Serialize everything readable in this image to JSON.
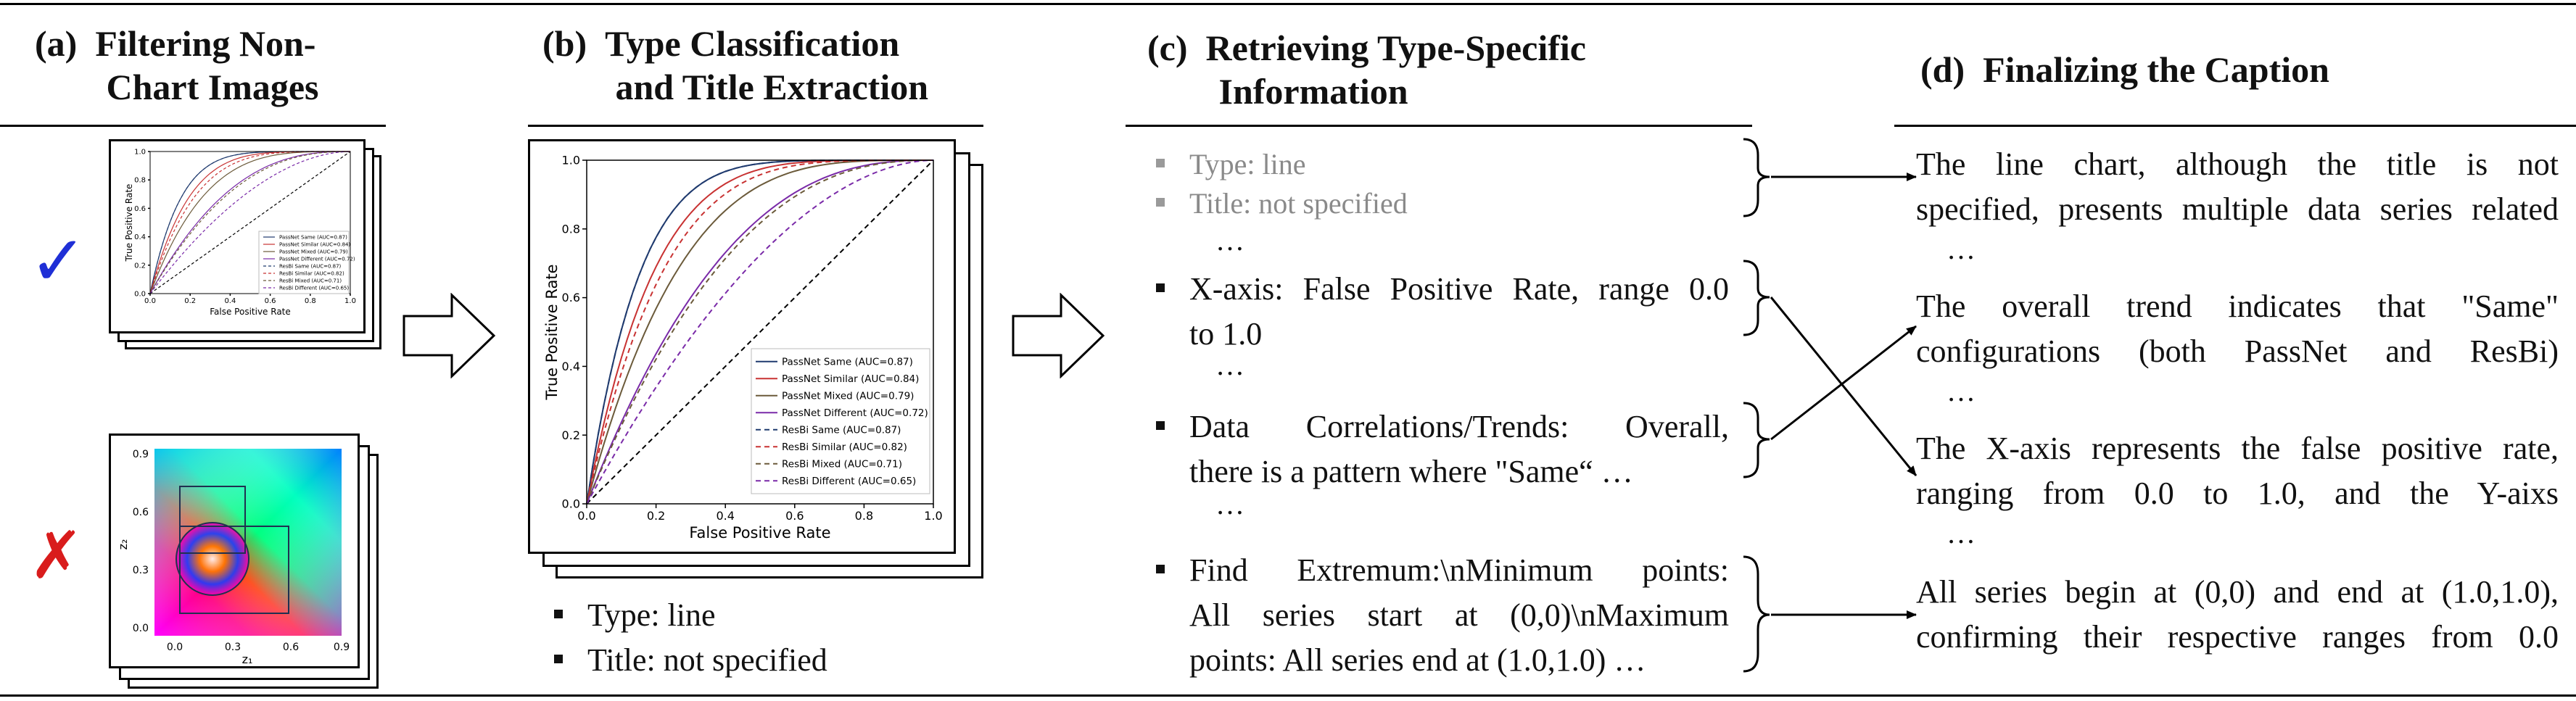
{
  "panels": [
    {
      "tag": "(a)",
      "title_lines": [
        "Filtering Non-",
        "Chart Images"
      ]
    },
    {
      "tag": "(b)",
      "title_lines": [
        "Type Classification",
        "and Title Extraction"
      ]
    },
    {
      "tag": "(c)",
      "title_lines": [
        "Retrieving Type-Specific",
        "Information"
      ]
    },
    {
      "tag": "(d)",
      "title_lines": [
        "Finalizing the Caption"
      ]
    }
  ],
  "panel_a": {
    "accept_mark": "✓",
    "reject_mark": "✗",
    "accept_color": "#1f2fd6",
    "reject_color": "#d91c1c",
    "small_roc": {
      "xlabel": "False Positive Rate",
      "ylabel": "True Positive Rate",
      "xticks": [
        "0.0",
        "0.2",
        "0.4",
        "0.6",
        "0.8",
        "1.0"
      ],
      "yticks": [
        "0.0",
        "0.2",
        "0.4",
        "0.6",
        "0.8",
        "1.0"
      ]
    },
    "color_plot": {
      "xlabel": "z₁",
      "ylabel": "z₂",
      "xticks": [
        "0.0",
        "0.3",
        "0.6",
        "0.9"
      ],
      "yticks": [
        "0.0",
        "0.3",
        "0.6",
        "0.9"
      ]
    }
  },
  "panel_b": {
    "bullets": [
      "Type: line",
      "Title: not specified"
    ]
  },
  "panel_c": {
    "items": [
      {
        "text": "Type: line",
        "grey": true
      },
      {
        "text": "Title: not specified",
        "grey": true
      },
      {
        "text": "…",
        "ellipsis": true
      },
      {
        "text_lines": [
          "X-axis: False Positive Rate, range 0.0",
          "to 1.0"
        ]
      },
      {
        "text": "…",
        "ellipsis": true
      },
      {
        "text_lines": [
          "Data Correlations/Trends: Overall,",
          "there is a pattern where \"Same“ …"
        ]
      },
      {
        "text": "…",
        "ellipsis": true
      },
      {
        "text_lines": [
          "Find Extremum:\\nMinimum points:",
          "All series start at (0,0)\\nMaximum",
          "points: All series end at (1.0,1.0) …"
        ]
      }
    ]
  },
  "panel_d": {
    "paragraphs": [
      {
        "lines": [
          "The line chart, although the title is not",
          "specified, presents multiple data series related"
        ],
        "ellipsis": "…"
      },
      {
        "lines": [
          "The overall trend indicates that \"Same\"",
          "configurations (both PassNet and ResBi)"
        ],
        "ellipsis": "…"
      },
      {
        "lines": [
          "The X-axis represents the false positive rate,",
          "ranging from 0.0 to 1.0, and the Y-aixs"
        ],
        "ellipsis": "…"
      },
      {
        "lines": [
          "All series begin at (0,0) and end at (1.0,1.0),",
          "confirming their respective ranges from 0.0"
        ]
      }
    ]
  },
  "chart_data": {
    "type": "line",
    "title": "",
    "xlabel": "False Positive Rate",
    "ylabel": "True Positive Rate",
    "xlim": [
      0.0,
      1.0
    ],
    "ylim": [
      0.0,
      1.0
    ],
    "xticks": [
      "0.0",
      "0.2",
      "0.4",
      "0.6",
      "0.8",
      "1.0"
    ],
    "yticks": [
      "0.0",
      "0.2",
      "0.4",
      "0.6",
      "0.8",
      "1.0"
    ],
    "legend_position": "bottom-right",
    "series": [
      {
        "name": "PassNet Same (AUC=0.87)",
        "auc": 0.87,
        "color": "#1f3a6e",
        "dash": false
      },
      {
        "name": "PassNet Similar (AUC=0.84)",
        "auc": 0.84,
        "color": "#c83232",
        "dash": false
      },
      {
        "name": "PassNet Mixed (AUC=0.79)",
        "auc": 0.79,
        "color": "#6b5a3a",
        "dash": false
      },
      {
        "name": "PassNet Different (AUC=0.72)",
        "auc": 0.72,
        "color": "#7a2aa8",
        "dash": false
      },
      {
        "name": "ResBi Same (AUC=0.87)",
        "auc": 0.87,
        "color": "#1f3a6e",
        "dash": true
      },
      {
        "name": "ResBi Similar (AUC=0.82)",
        "auc": 0.82,
        "color": "#c83232",
        "dash": true
      },
      {
        "name": "ResBi Mixed (AUC=0.71)",
        "auc": 0.71,
        "color": "#6b5a3a",
        "dash": true
      },
      {
        "name": "ResBi Different (AUC=0.65)",
        "auc": 0.65,
        "color": "#7a2aa8",
        "dash": true
      }
    ]
  }
}
